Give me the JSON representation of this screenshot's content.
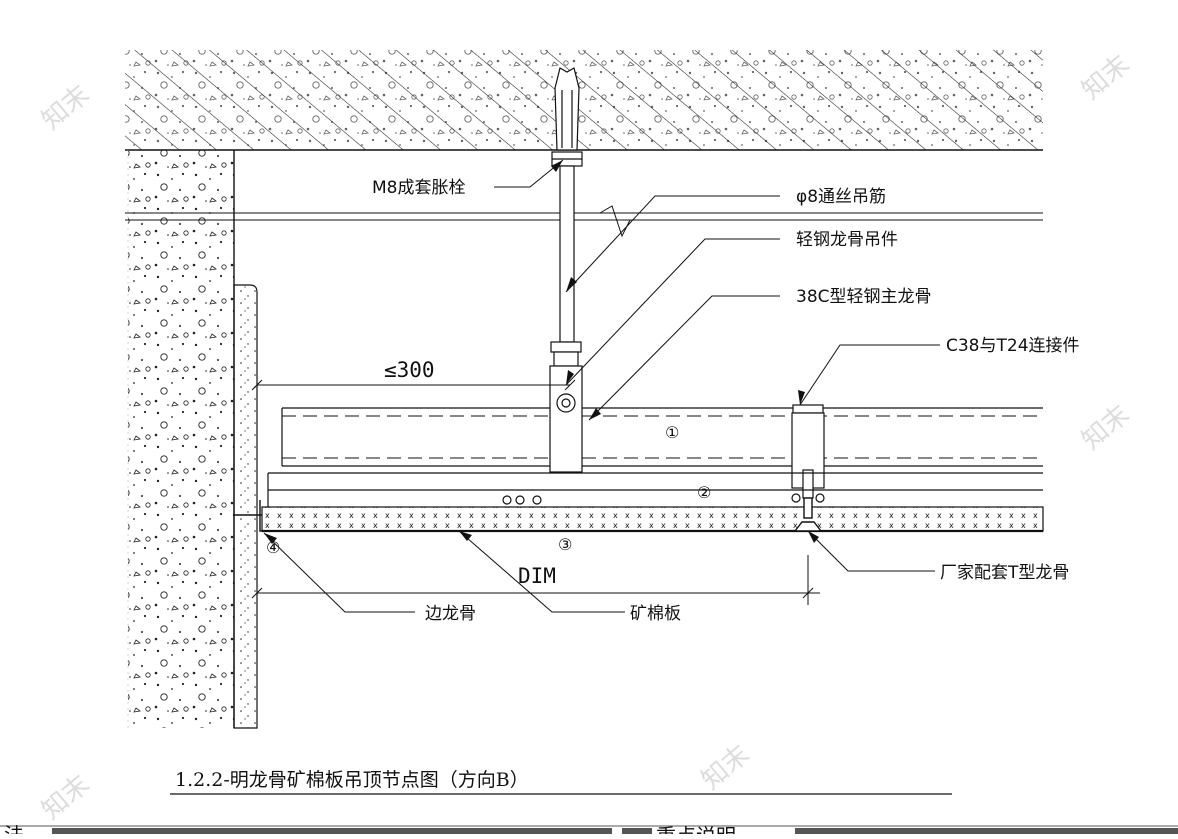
{
  "labels": {
    "m8_bolt": "M8成套胀栓",
    "phi8_rod": "φ8通丝吊筋",
    "hanger": "轻钢龙骨吊件",
    "main_keel": "38C型轻钢主龙骨",
    "connector": "C38与T24连接件",
    "t_keel": "厂家配套T型龙骨",
    "edge_keel": "边龙骨",
    "mineral_board": "矿棉板"
  },
  "dimensions": {
    "max_spacing": "≤300",
    "dim": "DIM"
  },
  "markers": {
    "m1": "①",
    "m2": "②",
    "m3": "③",
    "m4": "④"
  },
  "title": "1.2.2-明龙骨矿棉板吊顶节点图（方向B）",
  "footer": {
    "left": "法",
    "right": "重点说明"
  },
  "colors": {
    "line": "#111111",
    "hatch": "#222222",
    "watermark": "#d8d8d8"
  }
}
